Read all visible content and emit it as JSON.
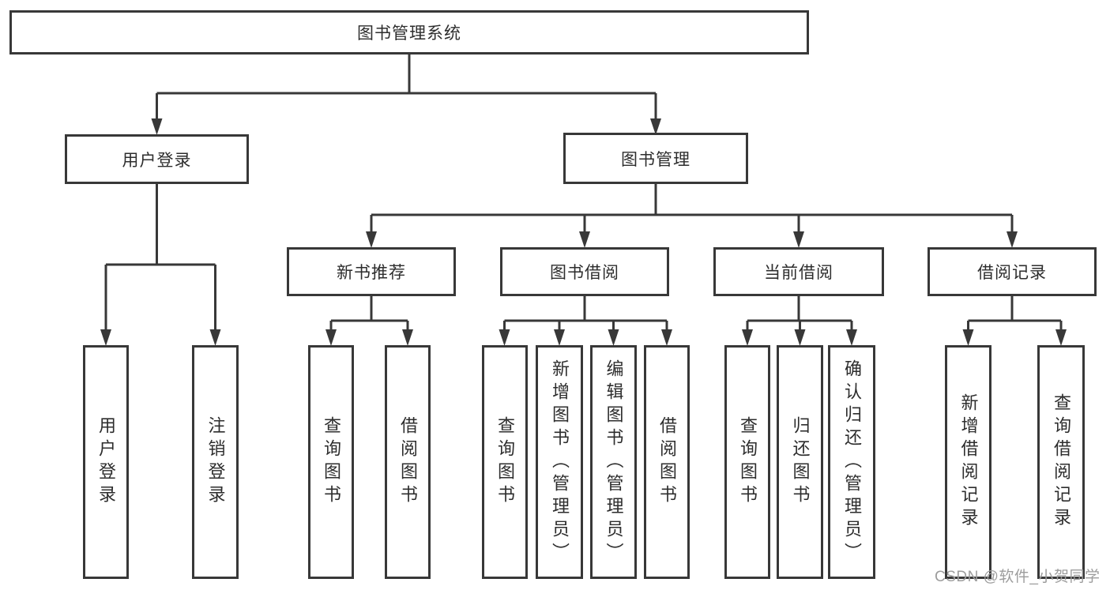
{
  "diagram": {
    "title": "图书管理系统",
    "root": {
      "label": "图书管理系统"
    },
    "level2": [
      {
        "label": "用户登录"
      },
      {
        "label": "图书管理"
      }
    ],
    "level3": [
      {
        "label": "新书推荐"
      },
      {
        "label": "图书借阅"
      },
      {
        "label": "当前借阅"
      },
      {
        "label": "借阅记录"
      }
    ],
    "leaves": [
      {
        "label": "用户登录",
        "parent": "用户登录"
      },
      {
        "label": "注销登录",
        "parent": "用户登录"
      },
      {
        "label": "查询图书",
        "parent": "新书推荐"
      },
      {
        "label": "借阅图书",
        "parent": "新书推荐"
      },
      {
        "label": "查询图书",
        "parent": "图书借阅"
      },
      {
        "label": "新增图书（管理员）",
        "parent": "图书借阅"
      },
      {
        "label": "编辑图书（管理员）",
        "parent": "图书借阅"
      },
      {
        "label": "借阅图书",
        "parent": "图书借阅"
      },
      {
        "label": "查询图书",
        "parent": "当前借阅"
      },
      {
        "label": "归还图书",
        "parent": "当前借阅"
      },
      {
        "label": "确认归还（管理员）",
        "parent": "当前借阅"
      },
      {
        "label": "新增借阅记录",
        "parent": "借阅记录"
      },
      {
        "label": "查询借阅记录",
        "parent": "借阅记录"
      }
    ]
  },
  "watermark": {
    "text": "CSDN @软件_小贺同学"
  },
  "colors": {
    "line": "#383838",
    "box_border": "#383838",
    "text": "#2d2d2d",
    "watermark": "#9d9d9d",
    "background": "#ffffff"
  }
}
